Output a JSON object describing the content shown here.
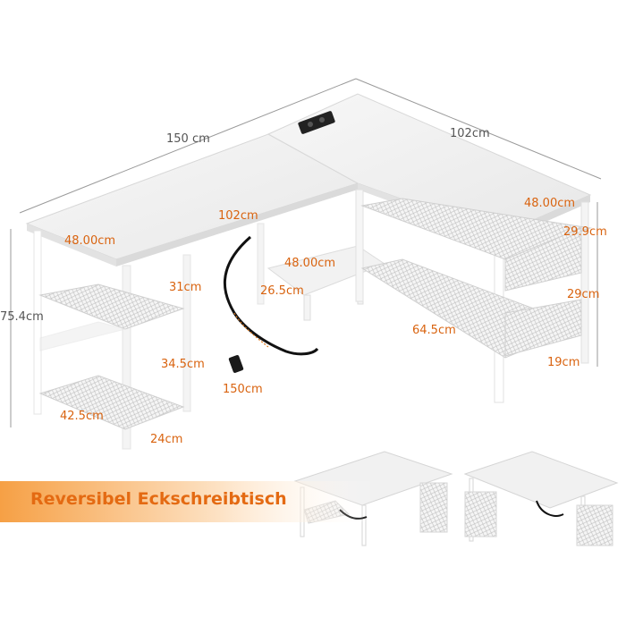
{
  "banner": {
    "title": "Reversibel Eckschreibtisch"
  },
  "dimensions": {
    "top_long": "150 cm",
    "top_right": "102cm",
    "inner_top": "102cm",
    "left_depth": "48.00cm",
    "right_depth": "48.00cm",
    "middle_shelf_width": "48.00cm",
    "middle_shelf_depth": "26.5cm",
    "height": "75.4cm",
    "left_upper_gap": "31cm",
    "left_lower_gap": "34.5cm",
    "cable_length": "150cm",
    "left_shelf_width": "42.5cm",
    "left_shelf_depth": "24cm",
    "right_shelf_width": "64.5cm",
    "right_shelf_depth": "19cm",
    "right_top_gap": "29.9cm",
    "right_mid_gap": "29cm"
  },
  "colors": {
    "accent": "#e46a12",
    "banner_start": "#f6a045",
    "desk_white": "#f3f3f3",
    "frame": "#e9e9e9",
    "dimension_line": "#9a9a9a"
  }
}
